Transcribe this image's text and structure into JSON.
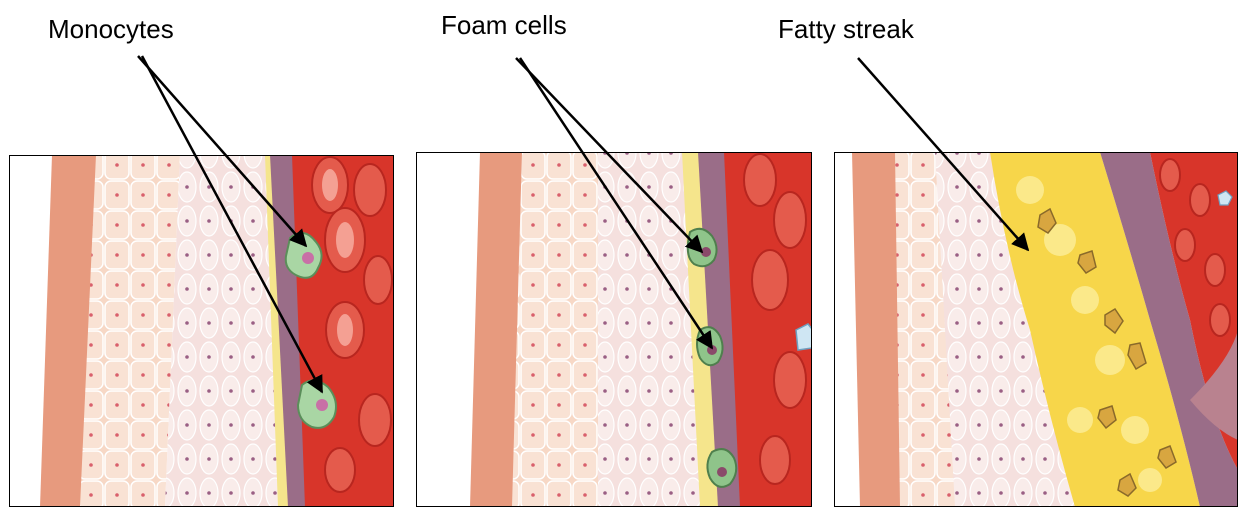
{
  "labels": {
    "monocytes": "Monocytes",
    "foam_cells": "Foam cells",
    "fatty_streak": "Fatty streak"
  },
  "colors": {
    "adventitia": "#e79a7e",
    "media": "#f6d8c8",
    "intima": "#f7e4e0",
    "endothelium": "#9a6d88",
    "lumen": "#d8352a",
    "rbc": "#e45b4c",
    "monocyte": "#a9d6a4",
    "lipid": "#f7d64a",
    "lipid_light": "#fbe98a"
  }
}
